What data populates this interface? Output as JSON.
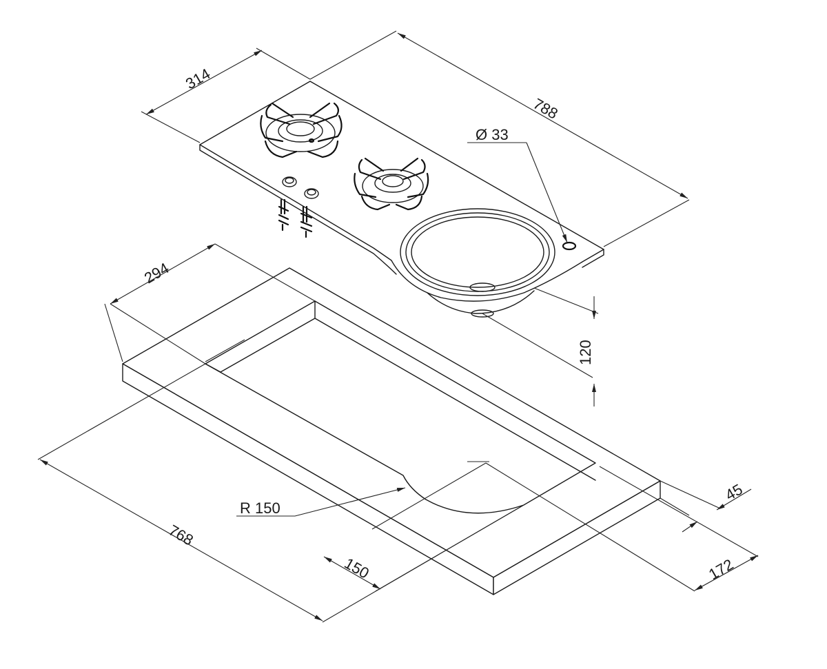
{
  "drawing": {
    "hob_dimensions": {
      "width_top": "314",
      "length_top": "788",
      "hole_diameter": "Ø 33",
      "bowl_depth": "120"
    },
    "cutout_dimensions": {
      "width_cutout": "294",
      "length_cutout": "768",
      "radius": "R 150",
      "radius_offset": "150",
      "thickness": "45",
      "edge_offset": "172"
    }
  }
}
